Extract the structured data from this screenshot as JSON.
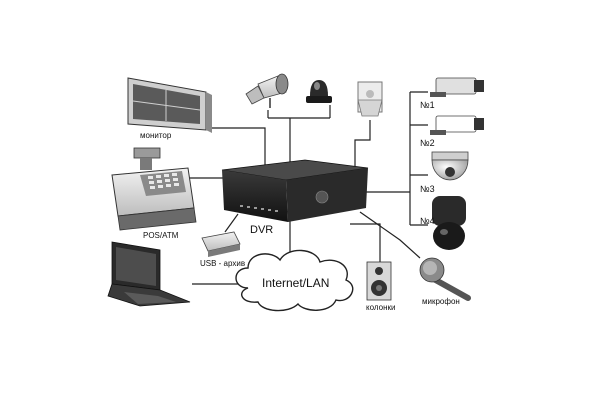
{
  "labels": {
    "monitor": "монитор",
    "pos": "POS/ATM",
    "dvr": "DVR",
    "usb": "USB - архив",
    "network": "Internet/LAN",
    "speakers": "колонки",
    "microphone": "микрофон",
    "cam1": "№1",
    "cam2": "№2",
    "cam3": "№3",
    "cam4": "№4"
  },
  "icons": [
    "monitor-icon",
    "horn-speaker-icon",
    "siren-lamp-icon",
    "sensor-icon",
    "pos-terminal-icon",
    "dvr-icon",
    "usb-drive-icon",
    "laptop-icon",
    "cloud-icon",
    "speaker-icon",
    "microphone-icon",
    "box-camera-icon",
    "dome-camera-icon",
    "ptz-camera-icon"
  ],
  "colors": {
    "device_dark": "#1e1e1e",
    "device_light": "#d9d9d9",
    "line": "#222222"
  }
}
